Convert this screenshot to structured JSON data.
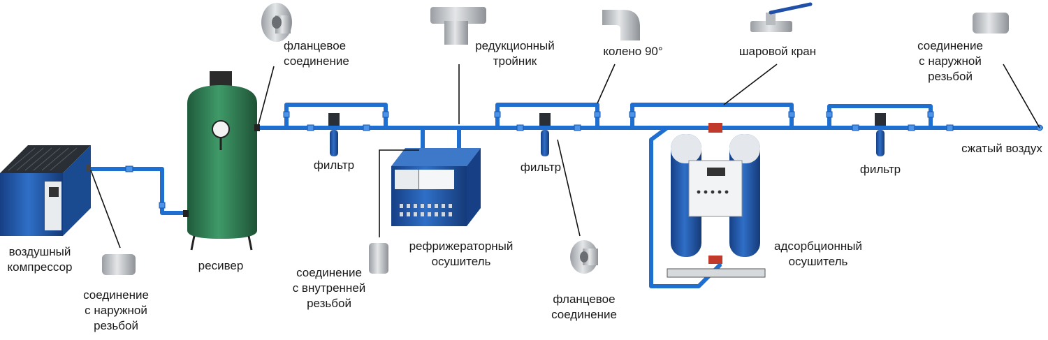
{
  "labels": {
    "compressor": [
      "воздушный",
      "компрессор"
    ],
    "male_thread_1": [
      "соединение",
      "с наружной",
      "резьбой"
    ],
    "receiver": [
      "ресивер"
    ],
    "flange_1": [
      "фланцевое",
      "соединение"
    ],
    "filter_1": [
      "фильтр"
    ],
    "female_thread": [
      "соединение",
      "с внутренней",
      "резьбой"
    ],
    "reducing_tee": [
      "редукционный",
      "тройник"
    ],
    "refrigerated_dryer": [
      "рефрижераторный",
      "осушитель"
    ],
    "filter_2": [
      "фильтр"
    ],
    "elbow_90": [
      "колено 90°"
    ],
    "flange_2": [
      "фланцевое",
      "соединение"
    ],
    "ball_valve": [
      "шаровой кран"
    ],
    "adsorption_dryer": [
      "адсорбционный",
      "осушитель"
    ],
    "filter_3": [
      "фильтр"
    ],
    "male_thread_2": [
      "соединение",
      "с наружной",
      "резьбой"
    ],
    "compressed_air": [
      "сжатый воздух"
    ]
  },
  "colors": {
    "pipe": "#1f6fd0",
    "pipe_light": "#4a94ea",
    "receiver": "#2e7d54",
    "receiver_dark": "#1f5b3c",
    "equipment_blue": "#1d57a8",
    "fitting_grey": "#b9bcc0"
  }
}
